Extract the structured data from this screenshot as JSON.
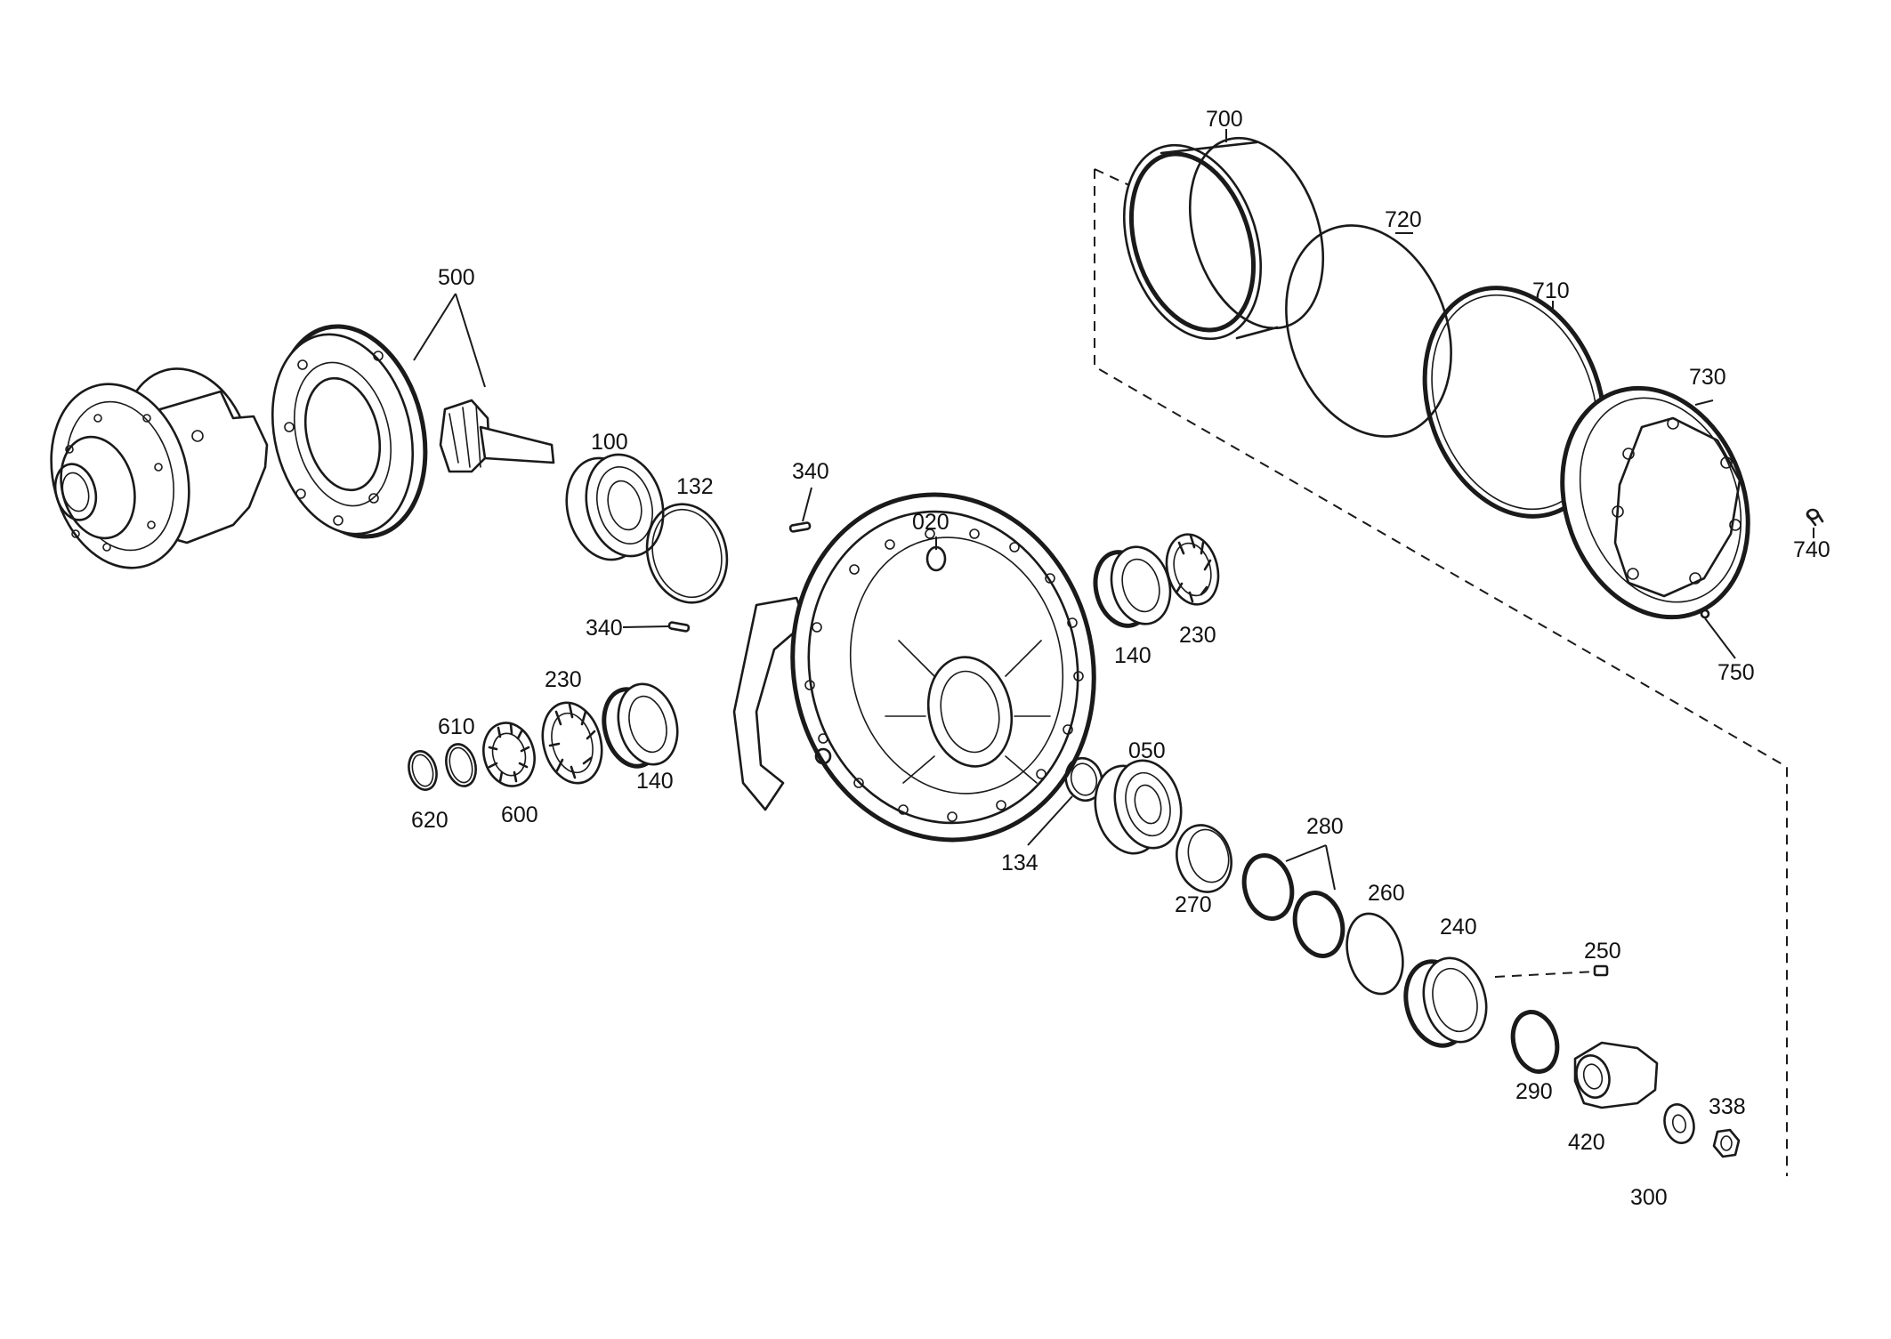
{
  "labels": {
    "p700": "700",
    "p720": "720",
    "p710": "710",
    "p730": "730",
    "p740": "740",
    "p750": "750",
    "p500": "500",
    "p100": "100",
    "p132": "132",
    "p340_top": "340",
    "p340_left": "340",
    "p020": "020",
    "p140_right": "140",
    "p230_right": "230",
    "p230_left": "230",
    "p610": "610",
    "p620": "620",
    "p600": "600",
    "p140_left": "140",
    "p050": "050",
    "p134": "134",
    "p270": "270",
    "p280": "280",
    "p260": "260",
    "p240": "240",
    "p250": "250",
    "p290": "290",
    "p420": "420",
    "p338": "338",
    "p300": "300"
  }
}
